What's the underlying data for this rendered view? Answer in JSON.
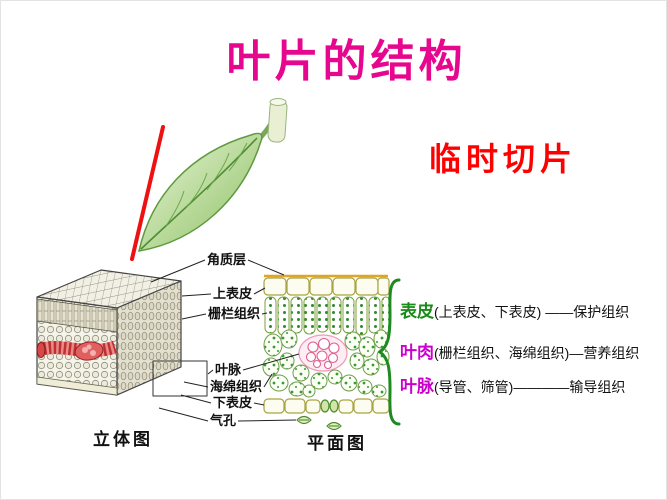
{
  "slide": {
    "title": "叶片的结构",
    "subtitle": "临时切片"
  },
  "figures": {
    "stereo_caption": "立体图",
    "plane_caption": "平面图"
  },
  "structure_labels": [
    "角质层",
    "上表皮",
    "栅栏组织",
    "叶脉",
    "海绵组织",
    "下表皮",
    "气孔"
  ],
  "annotations": [
    {
      "term": "表皮",
      "detail": "(上表皮、下表皮) ——保护组织",
      "term_color": "#1a8a1a"
    },
    {
      "term": "叶肉",
      "detail": "(栅栏组织、海绵组织)—营养组织",
      "term_color": "#cc00cc"
    },
    {
      "term": "叶脉",
      "detail": "(导管、筛管)————输导组织",
      "term_color": "#cc00cc"
    }
  ],
  "colors": {
    "title": "#e7078e",
    "subtitle": "#ff0000",
    "brace": "#1f8a1f",
    "cut_line": "#ee1111",
    "vein_red": "#c03030",
    "chloroplast_green": "#2e8b2e"
  }
}
